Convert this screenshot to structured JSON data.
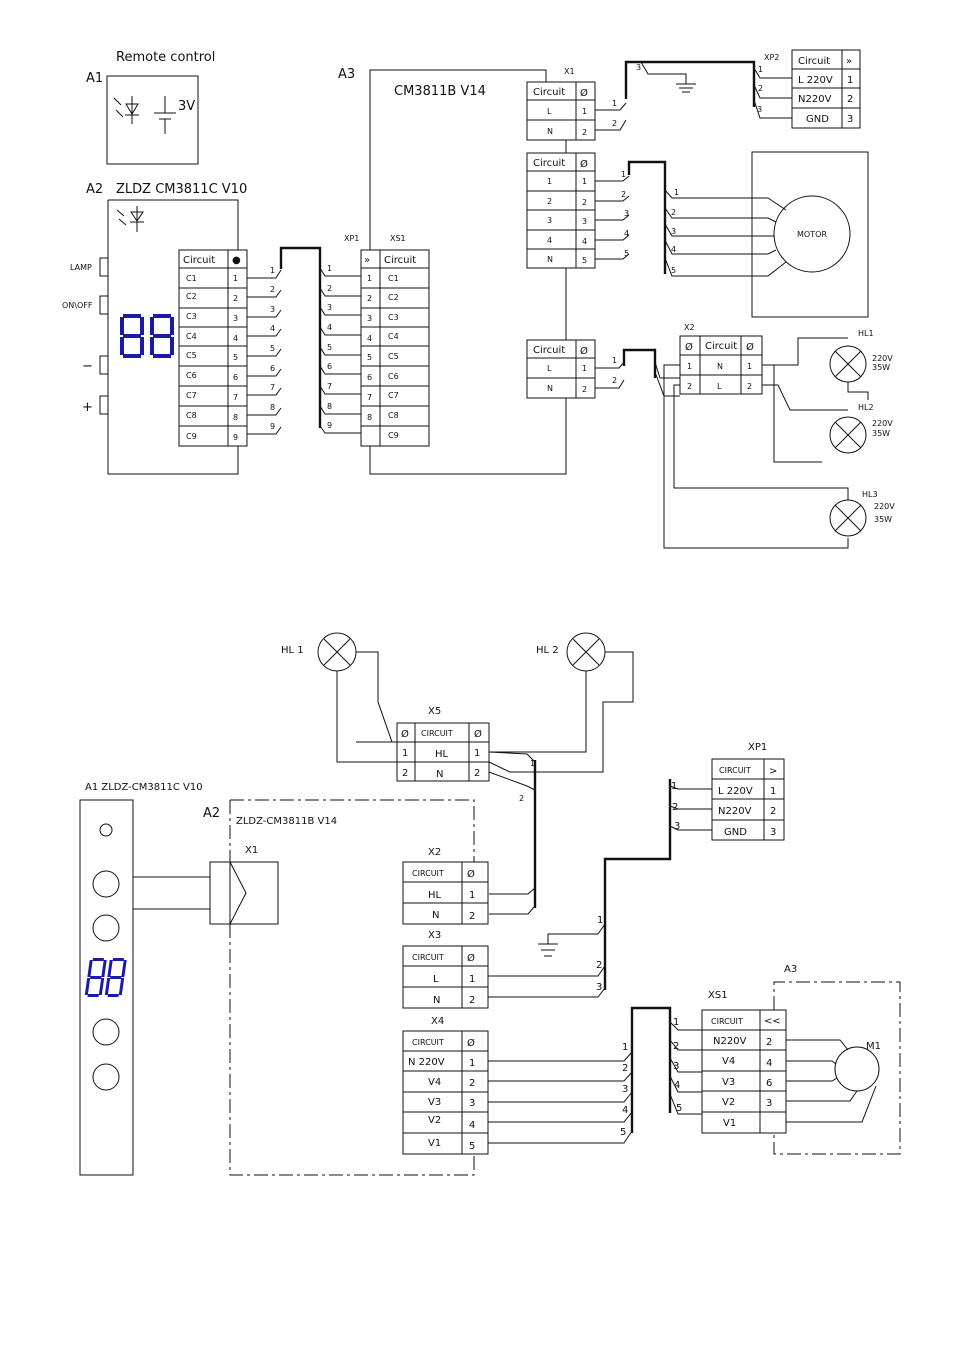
{
  "top": {
    "a1_tag": "A1",
    "a1_title": "Remote control",
    "a1_voltage": "3V",
    "a2_tag": "A2",
    "a2_title": "ZLDZ CM3811C V10",
    "a2_buttons": [
      "LAMP",
      "ON\\OFF",
      "−",
      "+"
    ],
    "a2_display": "88",
    "a3_tag": "A3",
    "a3_title": "CM3811B V14",
    "hdr_circuit": "Circuit",
    "sym_plug": "»",
    "sym_dot": "●",
    "sym_phi": "Ø",
    "a2_conn_rows": [
      [
        "C1",
        "1"
      ],
      [
        "C2",
        "2"
      ],
      [
        "C3",
        "3"
      ],
      [
        "C4",
        "4"
      ],
      [
        "C5",
        "5"
      ],
      [
        "C6",
        "6"
      ],
      [
        "C7",
        "7"
      ],
      [
        "C8",
        "8"
      ],
      [
        "C9",
        "9"
      ]
    ],
    "xp1_label": "XP1",
    "xs1_label": "XS1",
    "xs1_rows": [
      [
        "1",
        "C1"
      ],
      [
        "2",
        "C2"
      ],
      [
        "3",
        "C3"
      ],
      [
        "4",
        "C4"
      ],
      [
        "5",
        "C5"
      ],
      [
        "6",
        "C6"
      ],
      [
        "7",
        "C7"
      ],
      [
        "8",
        "C8"
      ],
      [
        "",
        "C9"
      ]
    ],
    "cable1_nums": [
      "1",
      "2",
      "3",
      "4",
      "5",
      "6",
      "7",
      "8",
      "9"
    ],
    "x1_label": "X1",
    "x1_rows": [
      [
        "L",
        "1"
      ],
      [
        "N",
        "2"
      ]
    ],
    "mot_rows": [
      [
        "1",
        "1"
      ],
      [
        "2",
        "2"
      ],
      [
        "3",
        "3"
      ],
      [
        "4",
        "4"
      ],
      [
        "N",
        "5"
      ]
    ],
    "lamp_conn_rows": [
      [
        "L",
        "1"
      ],
      [
        "N",
        "2"
      ]
    ],
    "motor_label": "MOTOR",
    "xp2_label": "XP2",
    "xp2_rows": [
      [
        "L 220V",
        "1"
      ],
      [
        "N220V",
        "2"
      ],
      [
        "GND",
        "3"
      ]
    ],
    "x2_label": "X2",
    "x2_rows": [
      [
        "1",
        "N",
        "1"
      ],
      [
        "2",
        "L",
        "2"
      ]
    ],
    "lamps": [
      [
        "HL1",
        "220V",
        "35W"
      ],
      [
        "HL2",
        "220V",
        "35W"
      ],
      [
        "HL3",
        "220V",
        "35W"
      ]
    ],
    "wire_nums": [
      "1",
      "2",
      "3",
      "4",
      "5"
    ]
  },
  "bottom": {
    "hl1": "HL 1",
    "hl2": "HL 2",
    "x5_label": "X5",
    "hdr_circuit": "CIRCUIT",
    "sym_phi": "Ø",
    "sym_gt": ">",
    "sym_lt": "<<",
    "x5_rows": [
      [
        "1",
        "HL",
        "1"
      ],
      [
        "2",
        "N",
        "2"
      ]
    ],
    "xp1_label": "XP1",
    "xp1_rows": [
      [
        "L 220V",
        "1"
      ],
      [
        "N220V",
        "2"
      ],
      [
        "GND",
        "3"
      ]
    ],
    "a1_title": "A1 ZLDZ-CM3811C V10",
    "a2_tag": "A2",
    "a2_title": "ZLDZ-CM3811B V14",
    "x1_label": "X1",
    "display": "88",
    "x2_label": "X2",
    "x2_rows": [
      [
        "HL",
        "1"
      ],
      [
        "N",
        "2"
      ]
    ],
    "x3_label": "X3",
    "x3_rows": [
      [
        "L",
        "1"
      ],
      [
        "N",
        "2"
      ]
    ],
    "x4_label": "X4",
    "x4_rows": [
      [
        "N 220V",
        "1"
      ],
      [
        "V4",
        "2"
      ],
      [
        "V3",
        "3"
      ],
      [
        "V2",
        "4"
      ],
      [
        "V1",
        "5"
      ]
    ],
    "a3_tag": "A3",
    "xs1_label": "XS1",
    "xs1_rows": [
      [
        "N220V",
        "2"
      ],
      [
        "V4",
        "4"
      ],
      [
        "V3",
        "6"
      ],
      [
        "V2",
        "3"
      ],
      [
        "V1",
        ""
      ]
    ],
    "motor_label": "M1",
    "wire_nums": [
      "1",
      "2",
      "3",
      "4",
      "5"
    ]
  }
}
